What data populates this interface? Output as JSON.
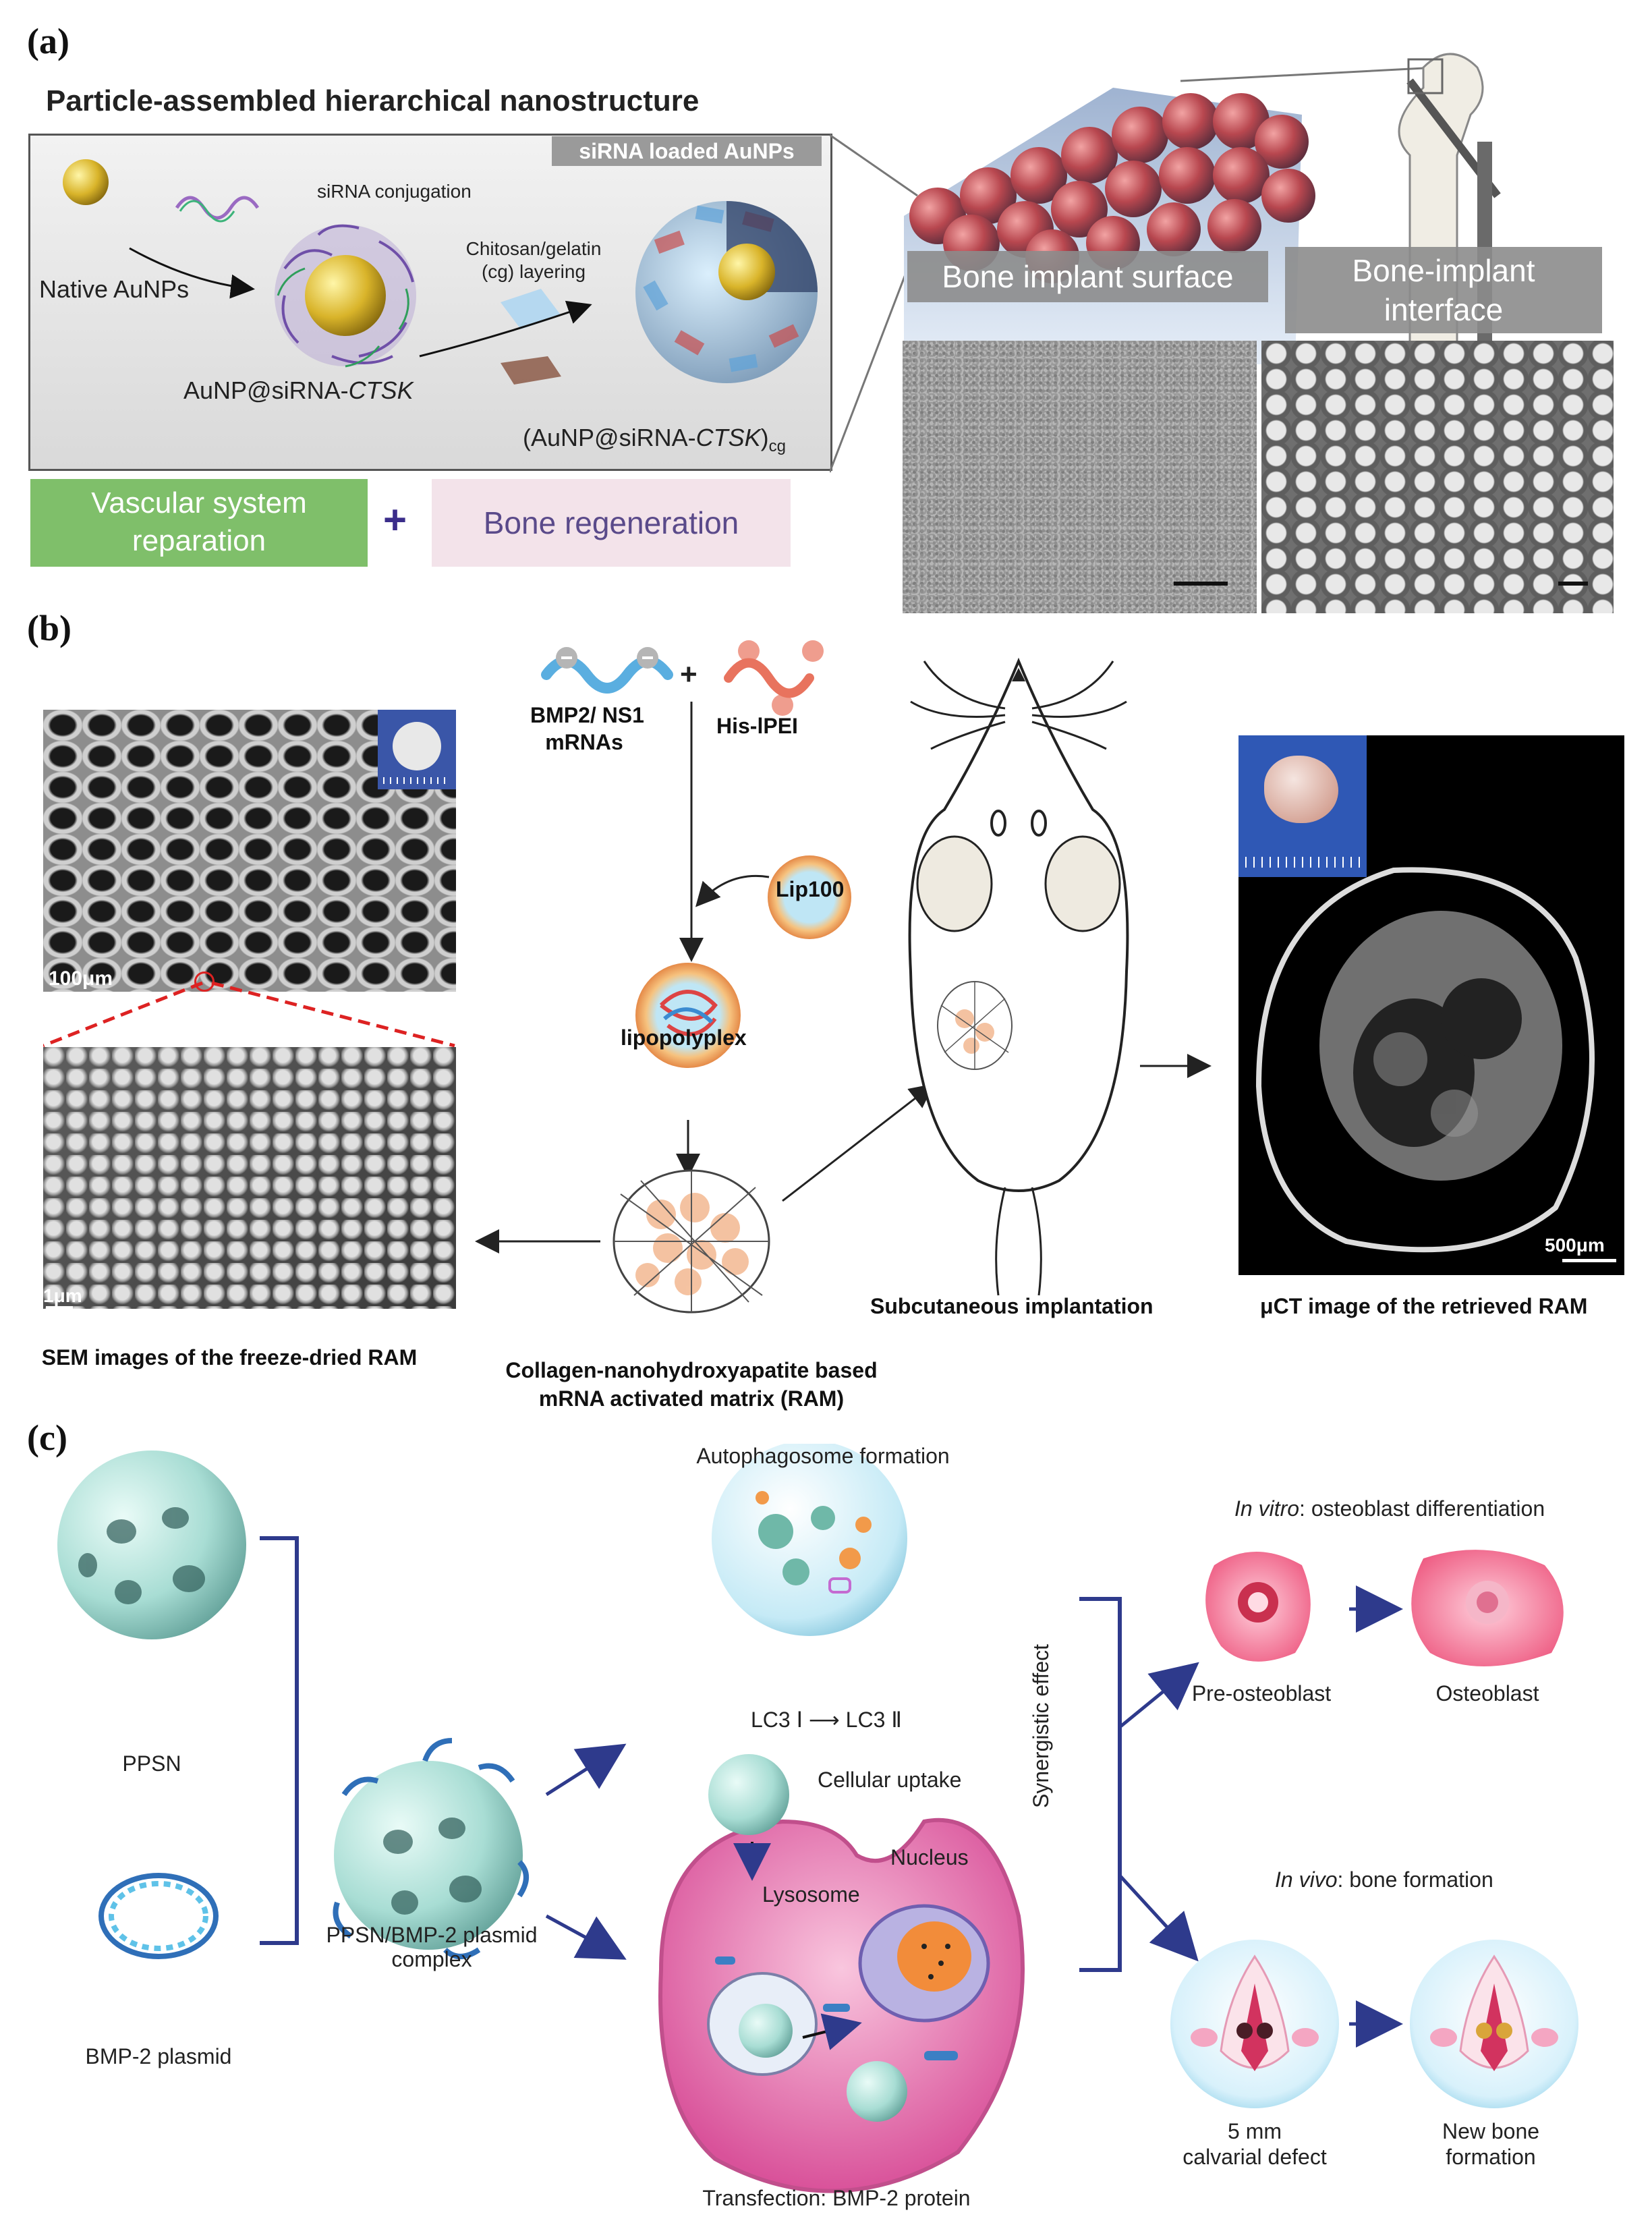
{
  "panel_a": {
    "label": "(a)",
    "title": "Particle-assembled hierarchical nanostructure",
    "box_tag": "siRNA loaded AuNPs",
    "native": "Native AuNPs",
    "sirna_conj": "siRNA conjugation",
    "chitosan_1": "Chitosan/gelatin",
    "chitosan_2": "(cg) layering",
    "aunp_sirna": "AuNP@siRNA-",
    "ctsk": "CTSK",
    "complex_prefix": "(AuNP@siRNA-",
    "complex_suffix": ")",
    "complex_sub": "cg",
    "surface": "Bone implant surface",
    "interface_1": "Bone-implant",
    "interface_2": "interface",
    "vascular_1": "Vascular system",
    "vascular_2": "reparation",
    "plus": "+",
    "bone_regen": "Bone regeneration"
  },
  "panel_b": {
    "label": "(b)",
    "mrna_1": "BMP2/ NS1",
    "mrna_2": "mRNAs",
    "plus": "+",
    "hispei": "His-lPEI",
    "lip100": "Lip100",
    "lipopolyplex": "lipopolyplex",
    "scale_100": "100μm",
    "scale_1": "1μm",
    "scale_500": "500μm",
    "sem_caption": "SEM images of the freeze-dried RAM",
    "matrix_1": "Collagen-nanohydroxyapatite based",
    "matrix_2": "mRNA activated matrix (RAM)",
    "subq": "Subcutaneous implantation",
    "uct": "μCT image of the retrieved RAM"
  },
  "panel_c": {
    "label": "(c)",
    "autophagosome": "Autophagosome formation",
    "lc3": "LC3 Ⅰ ⟶ LC3 Ⅱ",
    "uptake": "Cellular uptake",
    "nucleus": "Nucleus",
    "lysosome": "Lysosome",
    "transfection": "Transfection: BMP-2 protein",
    "ppsn": "PPSN",
    "plasmid": "BMP-2 plasmid",
    "complex_1": "PPSN/BMP-2 plasmid",
    "complex_2": "complex",
    "synergistic": "Synergistic effect",
    "invitro_i": "In vitro",
    "invitro_rest": ": osteoblast differentiation",
    "invivo_i": "In vivo",
    "invivo_rest": ": bone formation",
    "pre_osteo": "Pre-osteoblast",
    "osteo": "Osteoblast",
    "defect_1": "5 mm",
    "defect_2": "calvarial defect",
    "newbone_1": "New bone",
    "newbone_2": "formation"
  },
  "colors": {
    "gold": "#d9b42a",
    "teal": "#bfe6e0",
    "navy": "#2e3a8c",
    "pink": "#f07aa0",
    "green_box": "#7fbf6a",
    "pink_box": "#f3e3ea"
  }
}
